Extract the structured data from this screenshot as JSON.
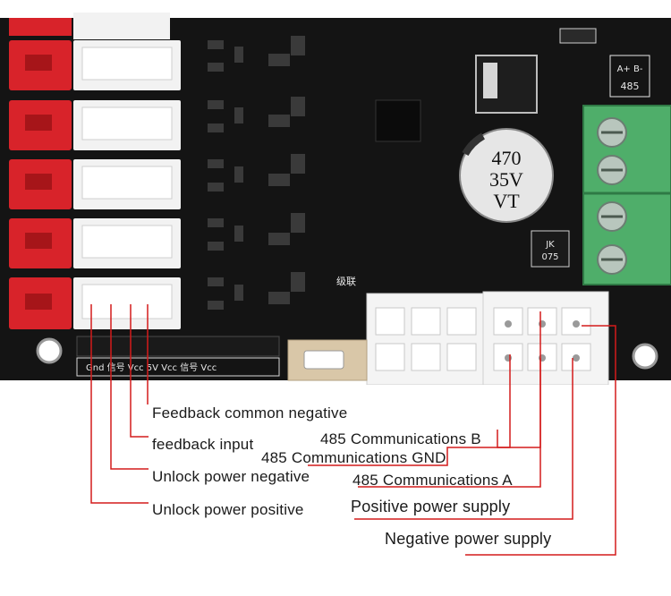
{
  "callouts": {
    "feedback_common_negative": "Feedback common negative",
    "feedback_input": "feedback input",
    "unlock_power_negative": "Unlock power negative",
    "unlock_power_positive": "Unlock power positive",
    "comm_485_b": "485 Communications B",
    "comm_485_gnd": "485 Communications GND",
    "comm_485_a": "485 Communications A",
    "positive_power_supply": "Positive power supply",
    "negative_power_supply": "Negative power supply"
  },
  "board": {
    "capacitor_line1": "470",
    "capacitor_line2": "35V",
    "capacitor_line3": "VT",
    "relay_label": "JK",
    "relay_value": "075",
    "port_label": "485",
    "port_pins": "A+ B-",
    "cascade_label": "级联",
    "header_bottom": "Gnd 信号 Vcc 5V Vcc 信号 Vcc",
    "colors": {
      "pcb": "#151515",
      "connector_red": "#d8232a",
      "connector_white": "#f2f2f2",
      "terminal_green": "#4fae6a",
      "leader_red": "#d41b1b"
    }
  }
}
